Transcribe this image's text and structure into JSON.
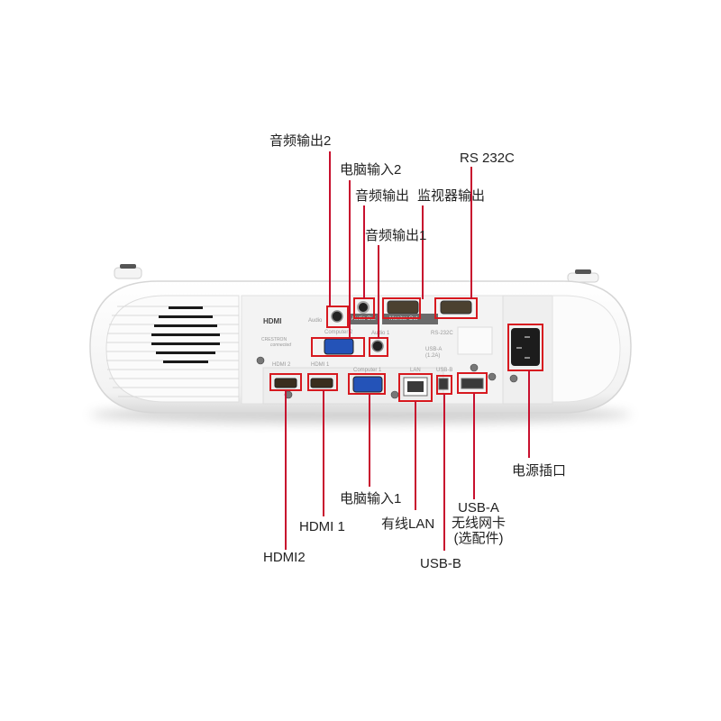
{
  "diagram": {
    "subject": "Projector rear connector panel",
    "accent_color": "#d7191f",
    "callouts": [
      {
        "id": "audio-out-2",
        "label": "音频输出2"
      },
      {
        "id": "computer-in-2",
        "label": "电脑输入2"
      },
      {
        "id": "audio-out",
        "label": "音频输出"
      },
      {
        "id": "monitor-out",
        "label": "监视器输出"
      },
      {
        "id": "audio-out-1",
        "label": "音频输出1"
      },
      {
        "id": "rs232c",
        "label": "RS 232C"
      },
      {
        "id": "power-inlet",
        "label": "电源插口"
      },
      {
        "id": "computer-in-1",
        "label": "电脑输入1"
      },
      {
        "id": "hdmi1",
        "label": "HDMI 1"
      },
      {
        "id": "lan",
        "label": "有线LAN"
      },
      {
        "id": "usb-a",
        "label_lines": [
          "USB-A",
          "无线网卡",
          "(选配件)"
        ]
      },
      {
        "id": "hdmi2",
        "label": "HDMI2"
      },
      {
        "id": "usb-b",
        "label": "USB-B"
      }
    ],
    "panel_labels": {
      "hdmi_logo": "HDMI",
      "crestron": "CRESTRON",
      "crestron_sub": "connected",
      "audio": "Audio",
      "audio_out": "Audio Out",
      "monitor_out": "Monitor Out",
      "computer2": "Computer 2",
      "audio1": "Audio 1",
      "rs232c": "RS-232C",
      "usb_a": "USB-A",
      "usb_a_current": "(1.2A)",
      "hdmi2": "HDMI 2",
      "hdmi1": "HDMI 1",
      "computer1": "Computer 1",
      "lan": "LAN",
      "usb_b": "USB-B"
    }
  }
}
